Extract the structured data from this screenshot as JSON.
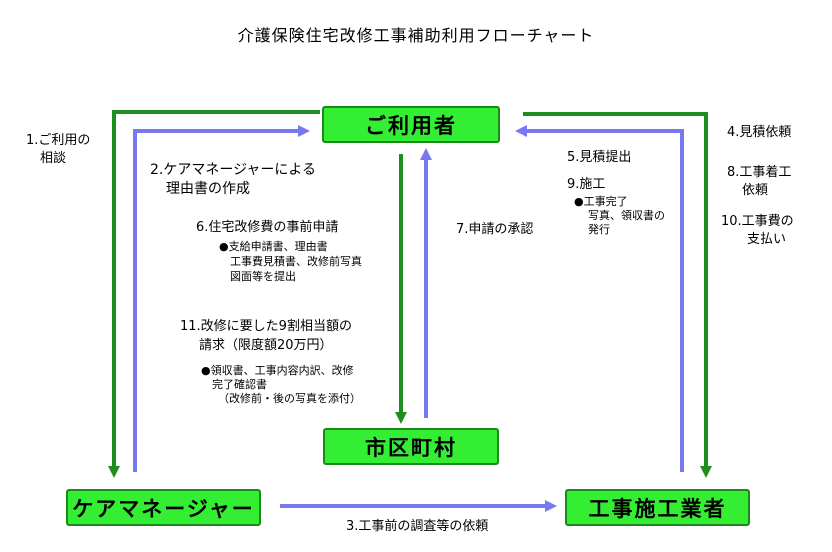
{
  "title": "介護保険住宅改修工事補助利用フローチャート",
  "colors": {
    "green_arrow": "#1e8f1e",
    "blue_arrow": "#7878f0",
    "node_fill": "#33ee33"
  },
  "nodes": {
    "user": "ご利用者",
    "care_manager": "ケアマネージャー",
    "municipality": "市区町村",
    "contractor": "工事施工業者"
  },
  "steps": {
    "s1_a": "1.ご利用の",
    "s1_b": "相談",
    "s2_a": "2.ケアマネージャーによる",
    "s2_b": "理由書の作成",
    "s3": "3.工事前の調査等の依頼",
    "s4": "4.見積依頼",
    "s5": "5.見積提出",
    "s6": "6.住宅改修費の事前申請",
    "s6_n1": "●支給申請書、理由書",
    "s6_n2": "工事費見積書、改修前写真",
    "s6_n3": "図面等を提出",
    "s7": "7.申請の承認",
    "s8_a": "8.工事着工",
    "s8_b": "依頼",
    "s9": "9.施工",
    "s9_n1": "●工事完了",
    "s9_n2": "写真、領収書の",
    "s9_n3": "発行",
    "s10_a": "10.工事費の",
    "s10_b": "支払い",
    "s11_a": "11.改修に要した9割相当額の",
    "s11_b": "請求（限度額20万円）",
    "s11_n1": "●領収書、工事内容内訳、改修",
    "s11_n2": "完了確認書",
    "s11_n3": "（改修前・後の写真を添付）"
  }
}
